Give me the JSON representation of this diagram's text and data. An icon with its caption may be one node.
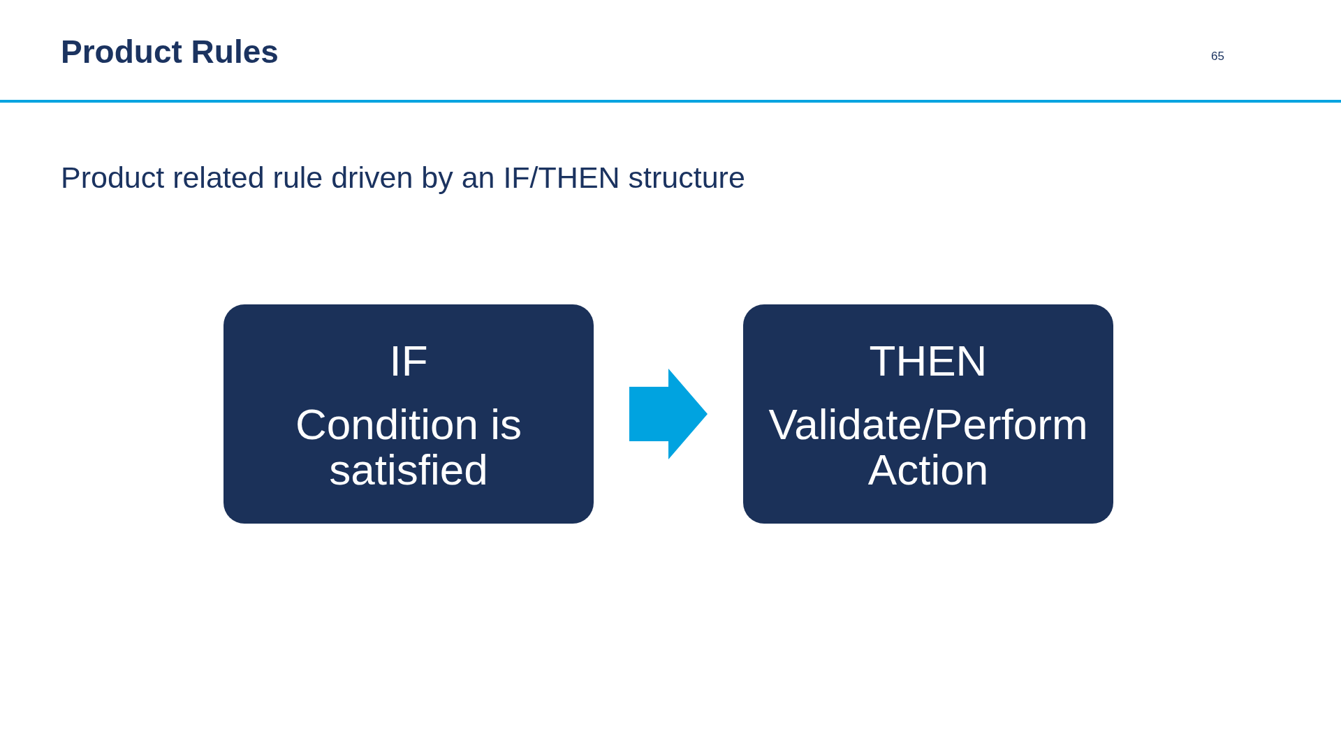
{
  "diagram": {
    "title": "Product Rules",
    "nodes": [
      {
        "text": [
          "IF",
          "Condition is satisfied"
        ]
      },
      {
        "text": [
          "THEN",
          "Validate/Perform Action"
        ]
      }
    ],
    "edges": [
      {
        "from": 0,
        "to": 1,
        "arrow": "to",
        "style": "thick",
        "color": "#00a3e0"
      }
    ],
    "labels": [
      "65",
      "Product related rule driven by an IF/THEN structure"
    ]
  }
}
